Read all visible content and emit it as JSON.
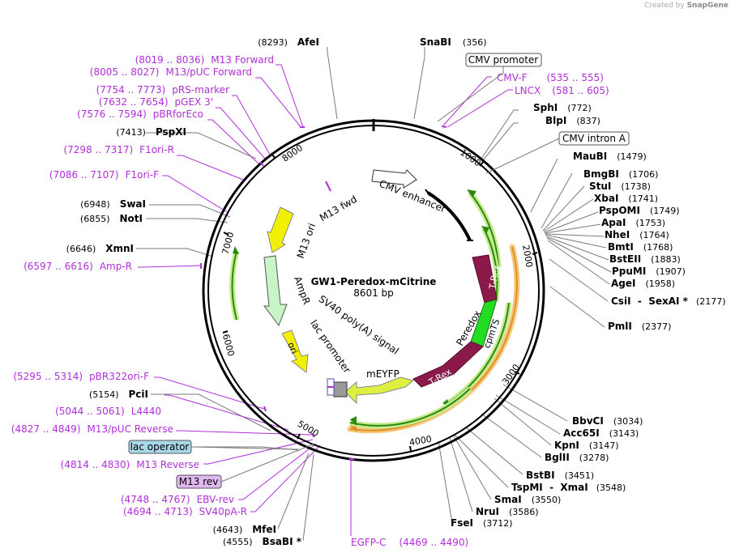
{
  "credit": {
    "prefix": "Created by",
    "brand": "SnapGene"
  },
  "plasmid": {
    "name": "GW1-Peredox-mCitrine",
    "length_label": "8601 bp",
    "length": 8601
  },
  "ticks": [
    "1000",
    "2000",
    "3000",
    "4000",
    "5000",
    "6000",
    "7000",
    "8000"
  ],
  "colors": {
    "primer": "#b02fd8",
    "cds_green": "#4caf1c",
    "cds_orange": "#f0a030",
    "trex": "#8b1a4a",
    "cpmts": "#22dd22",
    "yellow": "#f0f000",
    "ampr": "#c8f5c8",
    "lac_operator": "#a8d8e8",
    "m13rev": "#e0b8f0"
  },
  "sites_right": [
    {
      "name": "SnaBI",
      "pos": "(356)"
    },
    {
      "name": "SphI",
      "pos": "(772)"
    },
    {
      "name": "BlpI",
      "pos": "(837)"
    },
    {
      "name": "MauBI",
      "pos": "(1479)"
    },
    {
      "name": "BmgBI",
      "pos": "(1706)"
    },
    {
      "name": "StuI",
      "pos": "(1738)"
    },
    {
      "name": "XbaI",
      "pos": "(1741)"
    },
    {
      "name": "PspOMI",
      "pos": "(1749)"
    },
    {
      "name": "ApaI",
      "pos": "(1753)"
    },
    {
      "name": "NheI",
      "pos": "(1764)"
    },
    {
      "name": "BmtI",
      "pos": "(1768)"
    },
    {
      "name": "BstEII",
      "pos": "(1883)"
    },
    {
      "name": "PpuMI",
      "pos": "(1907)"
    },
    {
      "name": "AgeI",
      "pos": "(1958)"
    },
    {
      "name": "CsiI  -  SexAI *",
      "pos": "(2177)"
    },
    {
      "name": "PmlI",
      "pos": "(2377)"
    },
    {
      "name": "BbvCI",
      "pos": "(3034)"
    },
    {
      "name": "Acc65I",
      "pos": "(3143)"
    },
    {
      "name": "KpnI",
      "pos": "(3147)"
    },
    {
      "name": "BglII",
      "pos": "(3278)"
    },
    {
      "name": "BstBI",
      "pos": "(3451)"
    },
    {
      "name": "TspMI  -  XmaI",
      "pos": "(3548)"
    },
    {
      "name": "SmaI",
      "pos": "(3550)"
    },
    {
      "name": "NruI",
      "pos": "(3586)"
    },
    {
      "name": "FseI",
      "pos": "(3712)"
    }
  ],
  "sites_left": [
    {
      "name": "AfeI",
      "pos": "(8293)"
    },
    {
      "name": "PspXI",
      "pos": "(7413)"
    },
    {
      "name": "SwaI",
      "pos": "(6948)"
    },
    {
      "name": "NotI",
      "pos": "(6855)"
    },
    {
      "name": "XmnI",
      "pos": "(6646)"
    },
    {
      "name": "PciI",
      "pos": "(5154)"
    },
    {
      "name": "MfeI",
      "pos": "(4643)"
    },
    {
      "name": "BsaBI *",
      "pos": "(4555)"
    }
  ],
  "primers_left": [
    {
      "range": "(8019 .. 8036)",
      "name": "M13 Forward"
    },
    {
      "range": "(8005 .. 8027)",
      "name": "M13/pUC Forward"
    },
    {
      "range": "(7754 .. 7773)",
      "name": "pRS-marker"
    },
    {
      "range": "(7632 .. 7654)",
      "name": "pGEX 3'"
    },
    {
      "range": "(7576 .. 7594)",
      "name": "pBRforEco"
    },
    {
      "range": "(7298 .. 7317)",
      "name": "F1ori-R"
    },
    {
      "range": "(7086 .. 7107)",
      "name": "F1ori-F"
    },
    {
      "range": "(6597 .. 6616)",
      "name": "Amp-R"
    },
    {
      "range": "(5295 .. 5314)",
      "name": "pBR322ori-F"
    },
    {
      "range": "(5044 .. 5061)",
      "name": "L4440"
    },
    {
      "range": "(4827 .. 4849)",
      "name": "M13/pUC Reverse"
    },
    {
      "range": "(4814 .. 4830)",
      "name": "M13 Reverse"
    },
    {
      "range": "(4748 .. 4767)",
      "name": "EBV-rev"
    },
    {
      "range": "(4694 .. 4713)",
      "name": "SV40pA-R"
    }
  ],
  "primers_right": [
    {
      "name": "CMV-F",
      "range": "(535 .. 555)"
    },
    {
      "name": "LNCX",
      "range": "(581 .. 605)"
    }
  ],
  "primer_bottom": {
    "name": "EGFP-C",
    "range": "(4469 .. 4490)"
  },
  "boxed": {
    "cmv_promoter": "CMV promoter",
    "cmv_intron": "CMV intron A",
    "lac_operator": "lac operator",
    "m13_rev": "M13 rev"
  },
  "features": {
    "cmv_enhancer": "CMV enhancer",
    "m13_fwd": "M13 fwd",
    "m13_ori": "M13 ori",
    "ampr": "AmpR",
    "ori": "ori",
    "lac_promoter": "lac promoter",
    "sv40": "SV40 poly(A) signal",
    "meyfp": "mEYFP",
    "peredox": "Peredox",
    "trex1": "T-Rex",
    "trex2": "T-Rex",
    "cpmts": "cpmTS"
  }
}
